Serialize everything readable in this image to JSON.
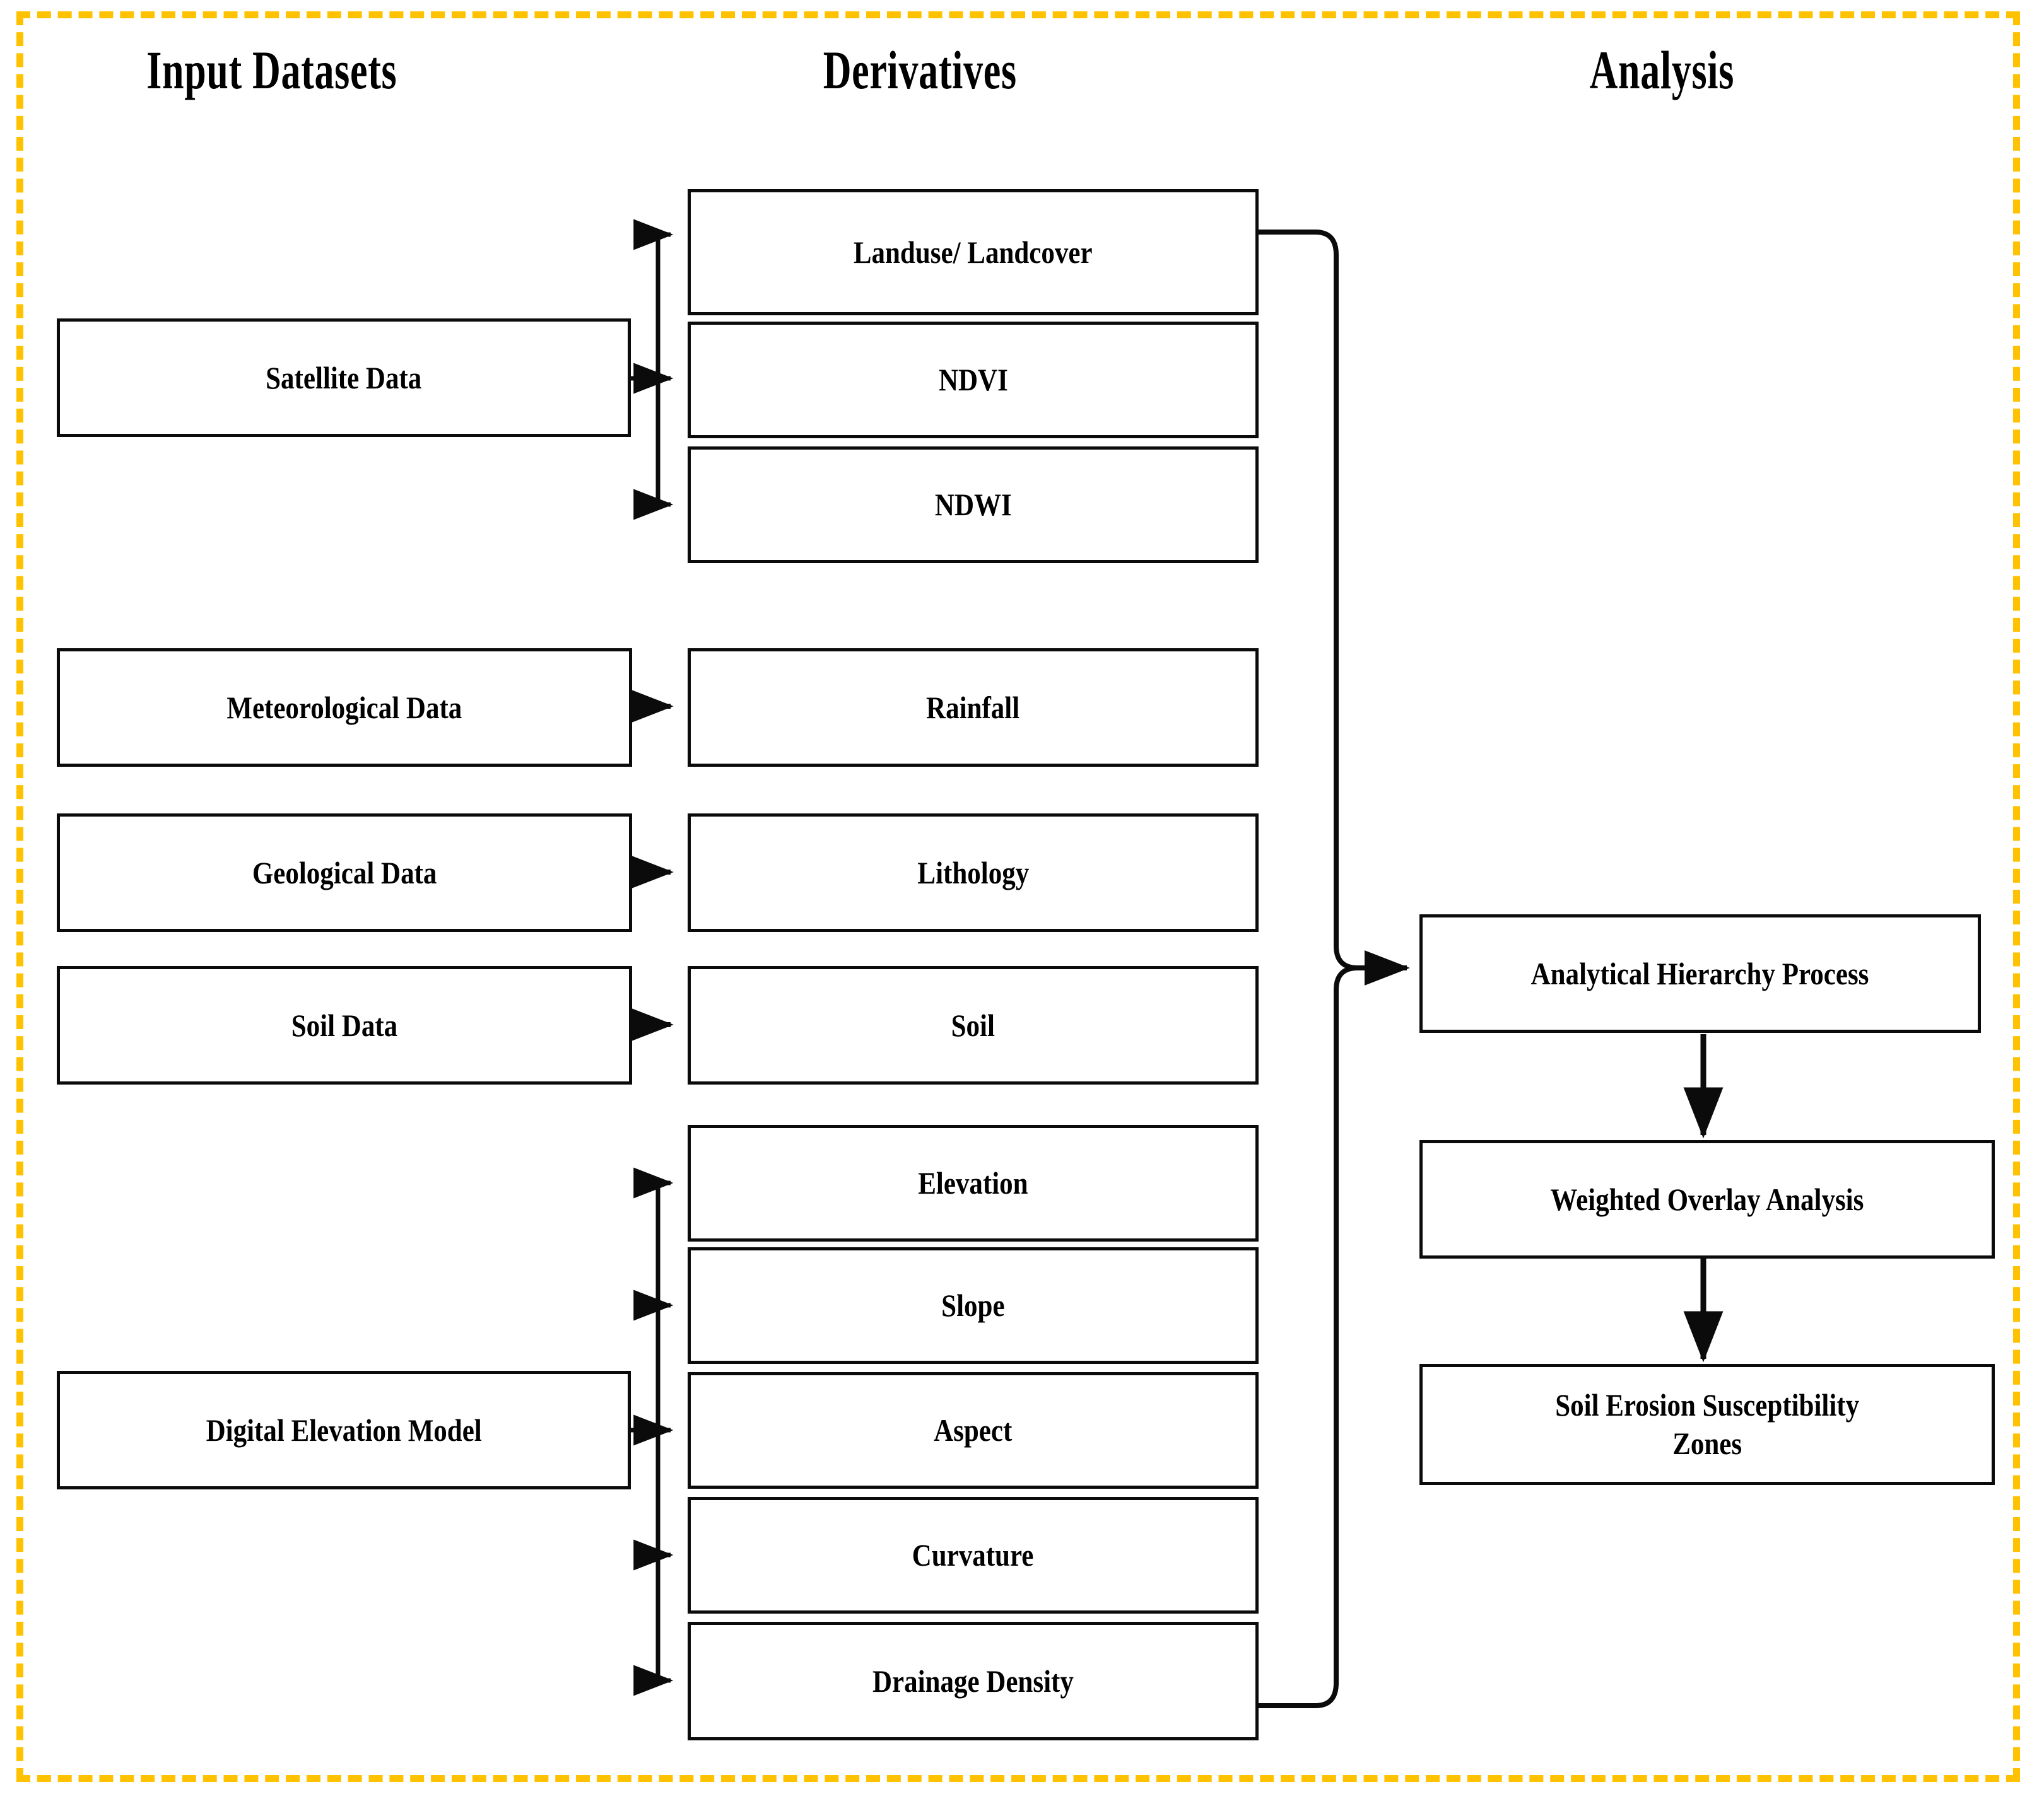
{
  "figure": {
    "type": "flowchart",
    "frame_color": "#FFC200",
    "box_border_color": "#0b0b0b",
    "background": "#ffffff"
  },
  "columns": [
    {
      "id": "input",
      "heading": "Input Datasets"
    },
    {
      "id": "derivatives",
      "heading": "Derivatives"
    },
    {
      "id": "analysis",
      "heading": "Analysis"
    }
  ],
  "input_datasets": [
    {
      "id": "satellite-data",
      "label": "Satellite Data"
    },
    {
      "id": "meteorological-data",
      "label": "Meteorological Data"
    },
    {
      "id": "geological-data",
      "label": "Geological Data"
    },
    {
      "id": "soil-data",
      "label": "Soil Data"
    },
    {
      "id": "digital-elevation-model",
      "label": "Digital Elevation Model"
    }
  ],
  "derivatives": [
    {
      "id": "landuse-landcover",
      "label": "Landuse/ Landcover"
    },
    {
      "id": "ndvi",
      "label": "NDVI"
    },
    {
      "id": "ndwi",
      "label": "NDWI"
    },
    {
      "id": "rainfall",
      "label": "Rainfall"
    },
    {
      "id": "lithology",
      "label": "Lithology"
    },
    {
      "id": "soil",
      "label": "Soil"
    },
    {
      "id": "elevation",
      "label": "Elevation"
    },
    {
      "id": "slope",
      "label": "Slope"
    },
    {
      "id": "aspect",
      "label": "Aspect"
    },
    {
      "id": "curvature",
      "label": "Curvature"
    },
    {
      "id": "drainage-density",
      "label": "Drainage Density"
    }
  ],
  "analysis_steps": [
    {
      "id": "analytical-hierarchy-process",
      "label": "Analytical Hierarchy Process"
    },
    {
      "id": "weighted-overlay-analysis",
      "label": "Weighted Overlay Analysis"
    },
    {
      "id": "soil-erosion-susceptibility-zones",
      "label": "Soil Erosion Susceptibility\nZones"
    }
  ],
  "connections": [
    {
      "from": "satellite-data",
      "to": "landuse-landcover"
    },
    {
      "from": "satellite-data",
      "to": "ndvi"
    },
    {
      "from": "satellite-data",
      "to": "ndwi"
    },
    {
      "from": "meteorological-data",
      "to": "rainfall"
    },
    {
      "from": "geological-data",
      "to": "lithology"
    },
    {
      "from": "soil-data",
      "to": "soil"
    },
    {
      "from": "digital-elevation-model",
      "to": "elevation"
    },
    {
      "from": "digital-elevation-model",
      "to": "slope"
    },
    {
      "from": "digital-elevation-model",
      "to": "aspect"
    },
    {
      "from": "digital-elevation-model",
      "to": "curvature"
    },
    {
      "from": "digital-elevation-model",
      "to": "drainage-density"
    },
    {
      "from": "landuse-landcover",
      "to": "analytical-hierarchy-process"
    },
    {
      "from": "drainage-density",
      "to": "analytical-hierarchy-process"
    },
    {
      "from": "analytical-hierarchy-process",
      "to": "weighted-overlay-analysis"
    },
    {
      "from": "weighted-overlay-analysis",
      "to": "soil-erosion-susceptibility-zones"
    }
  ]
}
